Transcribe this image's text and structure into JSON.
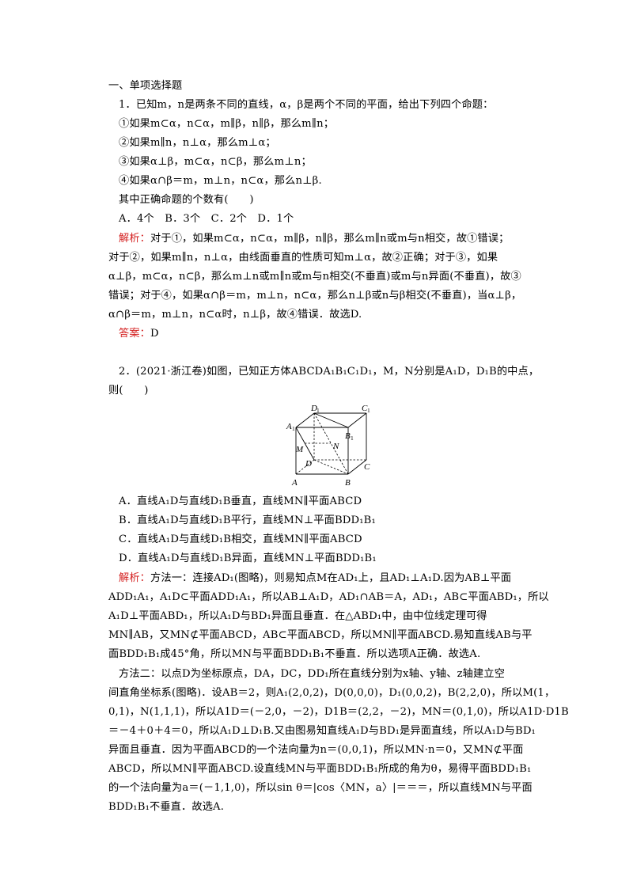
{
  "lines": [
    {
      "text": "一、单项选择题"
    },
    {
      "text": "1．已知m，n是两条不同的直线，α，β是两个不同的平面，给出下列四个命题："
    },
    {
      "text": "①如果m⊂α，n⊂α，m∥β，n∥β，那么m∥n；"
    },
    {
      "text": "②如果m∥n，n⊥α，那么m⊥α；"
    },
    {
      "text": "③如果α⊥β，m⊂α，n⊂β，那么m⊥n；"
    },
    {
      "text": "④如果α∩β＝m，m⊥n，n⊂α，那么n⊥β."
    },
    {
      "text": "其中正确命题的个数有(　　)"
    },
    {
      "text": "A．4个　B．3个　C．2个　D．1个"
    },
    {
      "label": "解析：",
      "text": "对于①，如果m⊂α，n⊂α，m∥β，n∥β，那么m∥n或m与n相交，故①错误；"
    },
    {
      "text": "对于②，如果m∥n，n⊥α，由线面垂直的性质可知m⊥α，故②正确；对于③，如果"
    },
    {
      "text": "α⊥β，m⊂α，n⊂β，那么m⊥n或m∥n或m与n相交(不垂直)或m与n异面(不垂直)，故③"
    },
    {
      "text": "错误；对于④，如果α∩β＝m，m⊥n，n⊂α，那么n⊥β或n与β相交(不垂直)，当α⊥β，"
    },
    {
      "text": "α∩β＝m，m⊥n，n⊂α时，n⊥β，故④错误．故选D."
    },
    {
      "label": "答案：",
      "text": "D"
    },
    {
      "text": "2．(2021·浙江卷)如图，已知正方体ABCDA₁B₁C₁D₁，M，N分别是A₁D，D₁B的中点，"
    },
    {
      "text": "则(　　)"
    },
    {
      "text": "A．直线A₁D与直线D₁B垂直，直线MN∥平面ABCD"
    },
    {
      "text": "B．直线A₁D与直线D₁B平行，直线MN⊥平面BDD₁B₁"
    },
    {
      "text": "C．直线A₁D与直线D₁B相交，直线MN∥平面ABCD"
    },
    {
      "text": "D．直线A₁D与直线D₁B异面，直线MN⊥平面BDD₁B₁"
    },
    {
      "label": "解析：",
      "text": "方法一：连接AD₁(图略)，则易知点M在AD₁上，且AD₁⊥A₁D.因为AB⊥平面"
    },
    {
      "text": "ADD₁A₁，A₁D⊂平面ADD₁A₁，所以AB⊥A₁D，AD₁∩AB＝A，AD₁，AB⊂平面ABD₁，所以"
    },
    {
      "text": "A₁D⊥平面ABD₁，所以A₁D与BD₁异面且垂直．在△ABD₁中，由中位线定理可得"
    },
    {
      "text": "MN∥AB，又MN⊄平面ABCD，AB⊂平面ABCD，所以MN∥平面ABCD.易知直线AB与平"
    },
    {
      "text": "面BDD₁B₁成45°角，所以MN与平面BDD₁B₁不垂直．所以选项A正确．故选A."
    },
    {
      "text": "方法二：以点D为坐标原点，DA，DC，DD₁所在直线分别为x轴、y轴、z轴建立空"
    },
    {
      "text": "间直角坐标系(图略)．设AB＝2，则A₁(2,0,2)，D(0,0,0)，D₁(0,0,2)，B(2,2,0)，所以M(1，"
    },
    {
      "text": "0,1)，N(1,1,1)，所以A1D＝(－2,0，－2)，D1B＝(2,2，－2)，MN＝(0,1,0)，所以A1D·D1B"
    },
    {
      "text": "＝－4＋0＋4＝0，所以A₁D⊥D₁B.又由图易知直线A₁D与BD₁是异面直线，所以A₁D与BD₁"
    },
    {
      "text": "异面且垂直．因为平面ABCD的一个法向量为n＝(0,0,1)，所以MN·n＝0，又MN⊄平面"
    },
    {
      "text": "ABCD，所以MN∥平面ABCD.设直线MN与平面BDD₁B₁所成的角为θ，易得平面BDD₁B₁"
    },
    {
      "text": "的一个法向量为a＝(－1,1,0)，所以sin θ＝|cos〈MN，a〉|＝＝＝，所以直线MN与平面"
    },
    {
      "text": "BDD₁B₁不垂直．故选A."
    }
  ],
  "figure": {
    "labels": {
      "D1": "D",
      "C1": "C",
      "A1": "A",
      "B1": "B",
      "M": "M",
      "N": "N",
      "D": "D",
      "C": "C",
      "A": "A",
      "B": "B",
      "sub1": "1"
    }
  }
}
